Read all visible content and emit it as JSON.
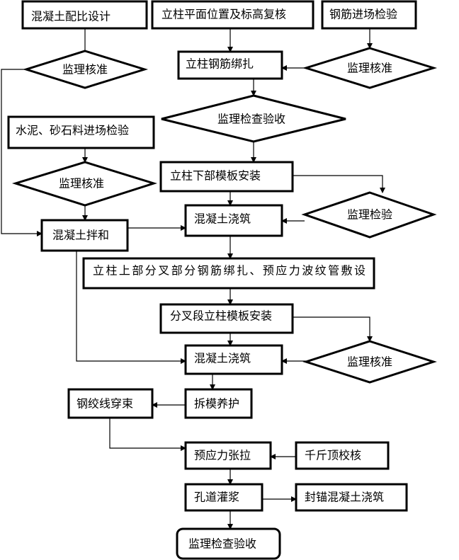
{
  "title": "立柱施工监理流程图",
  "nodes": {
    "mix_design": "混凝土配比设计",
    "column_position_check": "立柱平面位置及标高复核",
    "rebar_inspection": "钢筋进场检验",
    "approve_left_1": "监理核准",
    "column_rebar_binding": "立柱钢筋绑扎",
    "approve_right_1": "监理核准",
    "inspect_accept_1": "监理检查验收",
    "cement_aggregate_inspection": "水泥、砂石料进场检验",
    "approve_left_2": "监理核准",
    "lower_formwork": "立柱下部模板安装",
    "inspect_right": "监理检验",
    "pour_1": "混凝土浇筑",
    "concrete_mixing": "混凝土拌和",
    "upper_fork_rebar": "立柱上部分叉部分钢筋绑扎、预应力波纹管敷设",
    "fork_formwork": "分叉段立柱模板安装",
    "pour_2": "混凝土浇筑",
    "approve_right_2": "监理核准",
    "strand_threading": "钢绞线穿束",
    "formwork_removal_curing": "拆模养护",
    "prestress_tensioning": "预应力张拉",
    "jack_calibration": "千斤顶校核",
    "duct_grouting": "孔道灌浆",
    "anchor_sealing_pour": "封锚混凝土浇筑",
    "final_inspection": "监理检查验收"
  }
}
